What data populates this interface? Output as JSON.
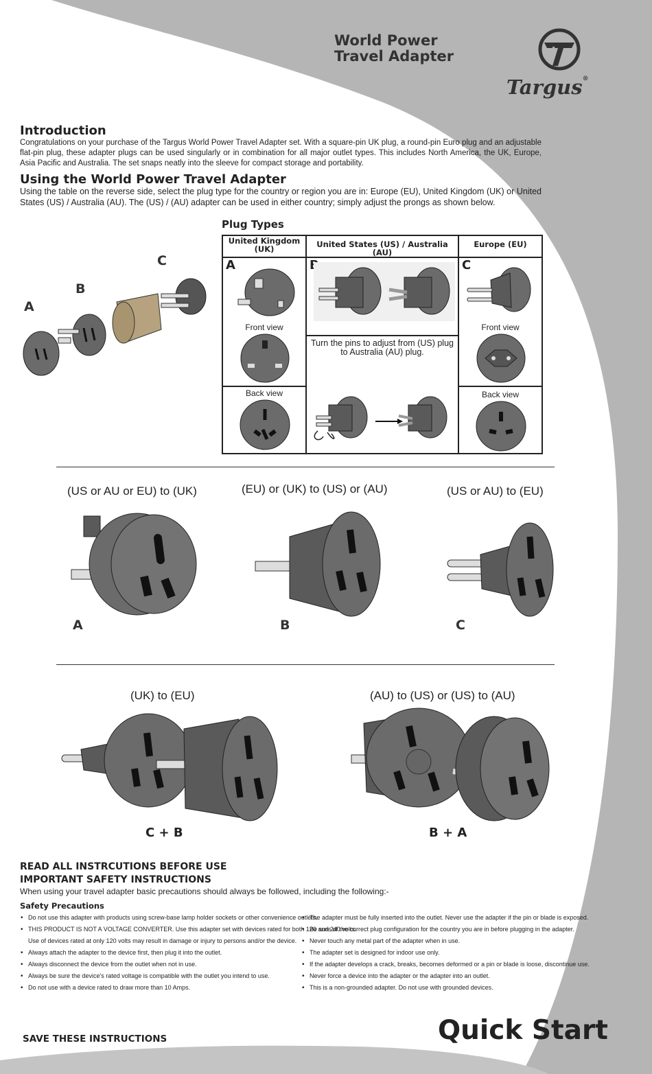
{
  "header": {
    "title_line1": "World Power",
    "title_line2": "Travel Adapter",
    "brand": "Targus",
    "trademark": "®"
  },
  "intro": {
    "heading": "Introduction",
    "text": "Congratulations on your purchase of the Targus World Power Travel Adapter set. With a square-pin UK plug, a round-pin Euro plug and an adjustable flat-pin plug, these adapter plugs can be used singularly or in combination for all major outlet types. This includes North America, the UK, Europe, Asia Pacific and Australia. The set snaps neatly into the sleeve for compact storage and portability."
  },
  "using": {
    "heading": "Using the World Power Travel Adapter",
    "text": "Using the table on the reverse side, select the plug type for the country or region you are in: Europe (EU), United Kingdom (UK) or United States (US) / Australia (AU). The (US) / (AU) adapter can be used in either country; simply adjust the prongs as shown below."
  },
  "exploded": {
    "label_a": "A",
    "label_b": "B",
    "label_c": "C"
  },
  "plug_types": {
    "heading": "Plug Types",
    "col_uk": "United Kingdom (UK)",
    "col_us": "United States (US) / Australia (AU)",
    "col_eu": "Europe (EU)",
    "letter_a": "A",
    "letter_b": "B",
    "letter_c": "C",
    "front_view": "Front view",
    "back_view": "Back view",
    "turn_text": "Turn the pins to adjust from (US) plug to Australia (AU) plug."
  },
  "conversions_row1": [
    {
      "caption": "(US or AU or EU) to (UK)",
      "letter": "A"
    },
    {
      "caption": "(EU) or (UK) to (US) or (AU)",
      "letter": "B"
    },
    {
      "caption": "(US or AU) to (EU)",
      "letter": "C"
    }
  ],
  "conversions_row2": [
    {
      "caption": "(UK) to (EU)",
      "combo": "C + B"
    },
    {
      "caption": "(AU) to (US) or (US) to (AU)",
      "combo": "B + A"
    }
  ],
  "safety": {
    "heading1": "READ ALL INSTRCUTIONS BEFORE USE",
    "heading2": "IMPORTANT SAFETY INSTRUCTIONS",
    "intro": "When using your travel adapter basic precautions should always be followed, including the following:-",
    "sub_heading": "Safety Precautions",
    "left_items": [
      "Do not use this adapter with products using screw-base lamp holder sockets or other convenience outlets.",
      "THIS PRODUCT IS NOT A VOLTAGE CONVERTER. Use this adapter set with devices rated for both 120 and 240 volts.",
      "Use of devices rated at only 120 volts may result in damage or injury to persons and/or the device.",
      "Always attach the adapter to the device first, then plug it into the outlet.",
      "Always disconnect the device from the outlet when not in use.",
      "Always be sure the device's rated voltage is compatible with the outlet you intend to use.",
      "Do not use with a device rated to draw more than 10 Amps."
    ],
    "right_items": [
      "The adapter must be fully inserted into the outlet.  Never use the adapter if the pin or blade is exposed.",
      "Be sure of the correct plug configuration for the country you are in before plugging in the adapter.",
      "Never touch any metal part of the adapter when in use.",
      "The adapter set is designed for indoor use only.",
      "If the adapter develops a crack, breaks, becomes deformed or a pin or blade is loose, discontinue use.",
      "Never force a device into the adapter or the adapter into an outlet.",
      "This is a non-grounded adapter.  Do not use with grounded devices."
    ]
  },
  "footer": {
    "save": "SAVE THESE INSTRUCTIONS",
    "quick_start": "Quick Start"
  },
  "colors": {
    "background_grey": "#b5b5b5",
    "plug_grey": "#6b6b6b",
    "plug_dark": "#3a3a3a",
    "beige": "#b6a27e"
  }
}
